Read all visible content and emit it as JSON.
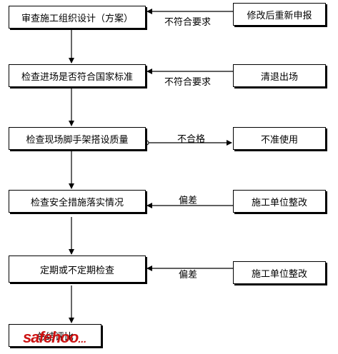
{
  "main": [
    {
      "label": "审查施工组织设计（方案）"
    },
    {
      "label": "检查进场是否符合国家标准"
    },
    {
      "label": "检查现场脚手架搭设质量"
    },
    {
      "label": "检查安全措施落实情况"
    },
    {
      "label": "定期或不定期检查"
    },
    {
      "label": "总结评比"
    }
  ],
  "side": [
    {
      "label": "修改后重新申报"
    },
    {
      "label": "清退出场"
    },
    {
      "label": "不准使用"
    },
    {
      "label": "施工单位整改"
    },
    {
      "label": "施工单位整改"
    }
  ],
  "edges": [
    {
      "label": "不符合要求"
    },
    {
      "label": "不符合要求"
    },
    {
      "label": "不合格"
    },
    {
      "label": "偏差"
    },
    {
      "label": "偏差"
    }
  ],
  "watermark": {
    "brand": "safehoo",
    "suffix": "..."
  }
}
